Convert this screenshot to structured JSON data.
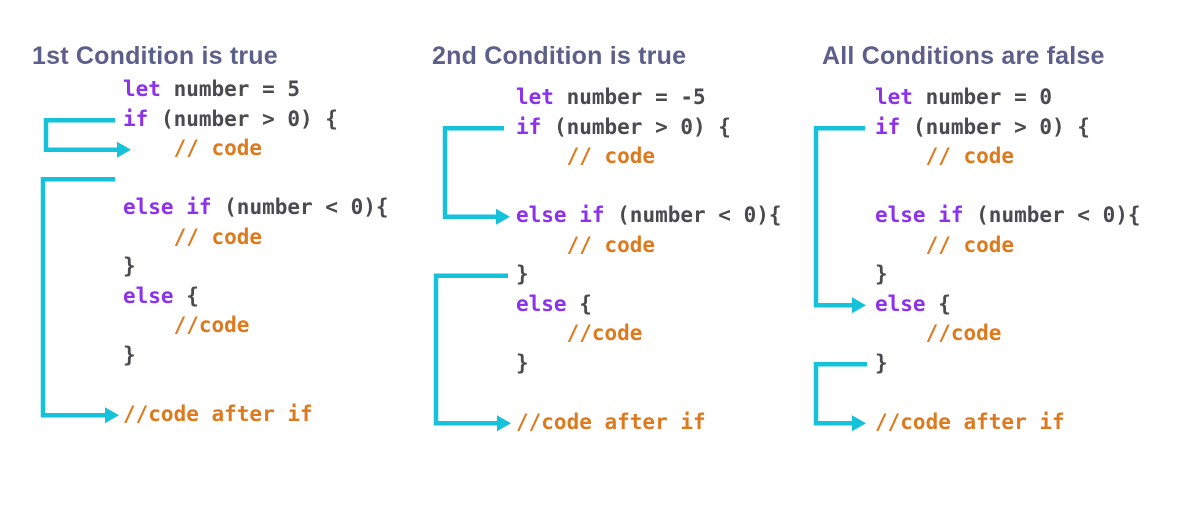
{
  "colors": {
    "background": "#ffffff",
    "title": "#5d5f8b",
    "keyword": "#8c32eb",
    "code": "#4c4a4e",
    "comment": "#dd7a1e",
    "arrow": "#16c2d9"
  },
  "panels": [
    {
      "title": "1st Condition is true",
      "lines": [
        {
          "indent": 0,
          "segments": [
            {
              "type": "keyword",
              "text": "let"
            },
            {
              "type": "code",
              "text": " number = 5"
            }
          ]
        },
        {
          "indent": 0,
          "segments": [
            {
              "type": "keyword",
              "text": "if"
            },
            {
              "type": "code",
              "text": " (number > 0) {"
            }
          ]
        },
        {
          "indent": 4,
          "segments": [
            {
              "type": "comment",
              "text": "// code"
            }
          ]
        },
        {
          "indent": 0,
          "segments": []
        },
        {
          "indent": 0,
          "segments": [
            {
              "type": "keyword",
              "text": "else if"
            },
            {
              "type": "code",
              "text": " (number < 0){"
            }
          ]
        },
        {
          "indent": 4,
          "segments": [
            {
              "type": "comment",
              "text": "// code"
            }
          ]
        },
        {
          "indent": 0,
          "segments": [
            {
              "type": "code",
              "text": "}"
            }
          ]
        },
        {
          "indent": 0,
          "segments": [
            {
              "type": "keyword",
              "text": "else"
            },
            {
              "type": "code",
              "text": " {"
            }
          ]
        },
        {
          "indent": 4,
          "segments": [
            {
              "type": "comment",
              "text": "//code"
            }
          ]
        },
        {
          "indent": 0,
          "segments": [
            {
              "type": "code",
              "text": "}"
            }
          ]
        },
        {
          "indent": 0,
          "segments": []
        },
        {
          "indent": 0,
          "segments": [
            {
              "type": "comment",
              "text": "//code after if"
            }
          ]
        }
      ],
      "arrows": [
        {
          "name": "flow-into-if-body",
          "from": "if (number > 0) {",
          "to": "// code",
          "points": [
            [
              115,
              120.25
            ],
            [
              46,
              120.25
            ],
            [
              46,
              149.75
            ],
            [
              131,
              149.75
            ]
          ]
        },
        {
          "name": "flow-skip-to-code-after-if",
          "from": "end of if body",
          "to": "//code after if",
          "points": [
            [
              115,
              179.25
            ],
            [
              43,
              179.25
            ],
            [
              43,
              415.25
            ],
            [
              119,
              415.25
            ]
          ]
        }
      ]
    },
    {
      "title": "2nd Condition is true",
      "lines": [
        {
          "indent": 0,
          "segments": [
            {
              "type": "keyword",
              "text": "let"
            },
            {
              "type": "code",
              "text": " number = -5"
            }
          ]
        },
        {
          "indent": 0,
          "segments": [
            {
              "type": "keyword",
              "text": "if"
            },
            {
              "type": "code",
              "text": " (number > 0) {"
            }
          ]
        },
        {
          "indent": 4,
          "segments": [
            {
              "type": "comment",
              "text": "// code"
            }
          ]
        },
        {
          "indent": 0,
          "segments": []
        },
        {
          "indent": 0,
          "segments": [
            {
              "type": "keyword",
              "text": "else if"
            },
            {
              "type": "code",
              "text": " (number < 0){"
            }
          ]
        },
        {
          "indent": 4,
          "segments": [
            {
              "type": "comment",
              "text": "// code"
            }
          ]
        },
        {
          "indent": 0,
          "segments": [
            {
              "type": "code",
              "text": "}"
            }
          ]
        },
        {
          "indent": 0,
          "segments": [
            {
              "type": "keyword",
              "text": "else"
            },
            {
              "type": "code",
              "text": " {"
            }
          ]
        },
        {
          "indent": 4,
          "segments": [
            {
              "type": "comment",
              "text": "//code"
            }
          ]
        },
        {
          "indent": 0,
          "segments": [
            {
              "type": "code",
              "text": "}"
            }
          ]
        },
        {
          "indent": 0,
          "segments": []
        },
        {
          "indent": 0,
          "segments": [
            {
              "type": "comment",
              "text": "//code after if"
            }
          ]
        }
      ],
      "arrows": [
        {
          "name": "flow-into-else-if",
          "from": "if (number > 0) {",
          "to": "else if (number < 0){",
          "points": [
            [
              504,
              128.25
            ],
            [
              445,
              128.25
            ],
            [
              445,
              216.75
            ],
            [
              510,
              216.75
            ]
          ]
        },
        {
          "name": "flow-skip-to-code-after-if",
          "from": "end of else-if body",
          "to": "//code after if",
          "points": [
            [
              508,
              275.75
            ],
            [
              436,
              275.75
            ],
            [
              436,
              423.25
            ],
            [
              511,
              423.25
            ]
          ]
        }
      ]
    },
    {
      "title": "All Conditions are false",
      "lines": [
        {
          "indent": 0,
          "segments": [
            {
              "type": "keyword",
              "text": "let"
            },
            {
              "type": "code",
              "text": " number = 0"
            }
          ]
        },
        {
          "indent": 0,
          "segments": [
            {
              "type": "keyword",
              "text": "if"
            },
            {
              "type": "code",
              "text": " (number > 0) {"
            }
          ]
        },
        {
          "indent": 4,
          "segments": [
            {
              "type": "comment",
              "text": "// code"
            }
          ]
        },
        {
          "indent": 0,
          "segments": []
        },
        {
          "indent": 0,
          "segments": [
            {
              "type": "keyword",
              "text": "else if"
            },
            {
              "type": "code",
              "text": " (number < 0){"
            }
          ]
        },
        {
          "indent": 4,
          "segments": [
            {
              "type": "comment",
              "text": "// code"
            }
          ]
        },
        {
          "indent": 0,
          "segments": [
            {
              "type": "code",
              "text": "}"
            }
          ]
        },
        {
          "indent": 0,
          "segments": [
            {
              "type": "keyword",
              "text": "else"
            },
            {
              "type": "code",
              "text": " {"
            }
          ]
        },
        {
          "indent": 4,
          "segments": [
            {
              "type": "comment",
              "text": "//code"
            }
          ]
        },
        {
          "indent": 0,
          "segments": [
            {
              "type": "code",
              "text": "}"
            }
          ]
        },
        {
          "indent": 0,
          "segments": []
        },
        {
          "indent": 0,
          "segments": [
            {
              "type": "comment",
              "text": "//code after if"
            }
          ]
        }
      ],
      "arrows": [
        {
          "name": "flow-into-else",
          "from": "if (number > 0) {",
          "to": "else {",
          "points": [
            [
              865,
              128.25
            ],
            [
              816,
              128.25
            ],
            [
              816,
              305.25
            ],
            [
              866,
              305.25
            ]
          ]
        },
        {
          "name": "flow-skip-to-code-after-if",
          "from": "end of else body",
          "to": "//code after if",
          "points": [
            [
              867,
              364.25
            ],
            [
              816,
              364.25
            ],
            [
              816,
              423.25
            ],
            [
              866,
              423.25
            ]
          ]
        }
      ]
    }
  ]
}
